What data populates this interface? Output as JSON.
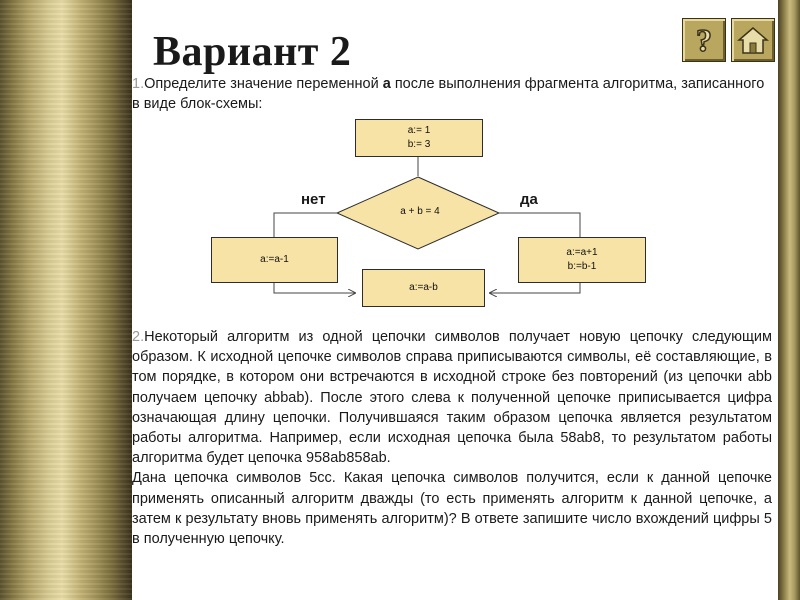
{
  "title": "Вариант 2",
  "nav": {
    "help_icon": "question-mark-icon",
    "home_icon": "house-icon"
  },
  "question1": {
    "number": "1.",
    "text_before": "Определите значение переменной ",
    "bold_var": "а",
    "text_after": " после выполнения фрагмента алгоритма, записанного в виде блок-схемы:"
  },
  "flowchart": {
    "init_line1": "a:= 1",
    "init_line2": "b:= 3",
    "condition": "a + b = 4",
    "branch_no": "нет",
    "branch_yes": "да",
    "no_action": "a:=a-1",
    "yes_action_line1": "a:=a+1",
    "yes_action_line2": "b:=b-1",
    "merge_action": "a:=a-b"
  },
  "question2": {
    "number": "2.",
    "para1": "Некоторый алгоритм из одной цепочки символов получает новую цепочку следующим образом. К исходной цепочке символов справа приписываются символы, её составляющие, в том порядке, в котором они встречаются в исходной строке без повторений (из цепочки abb получаем цепочку abbab). После этого слева к полученной цепочке приписывается цифра означающая длину цепочки. Получившаяся таким образом цепочка является результатом работы алгоритма. Например, если исходная цепочка была 58ab8, то результатом работы алгоритма будет цепочка 958ab858ab.",
    "para2": "Дана цепочка символов 5cc. Какая цепочка символов получится, если к данной цепочке применять описанный алгоритм дважды (то есть применять алгоритм к данной цепочке, а затем к результату вновь применять алгоритм)? В ответе запишите число вхождений цифры 5 в полученную цепочку."
  }
}
